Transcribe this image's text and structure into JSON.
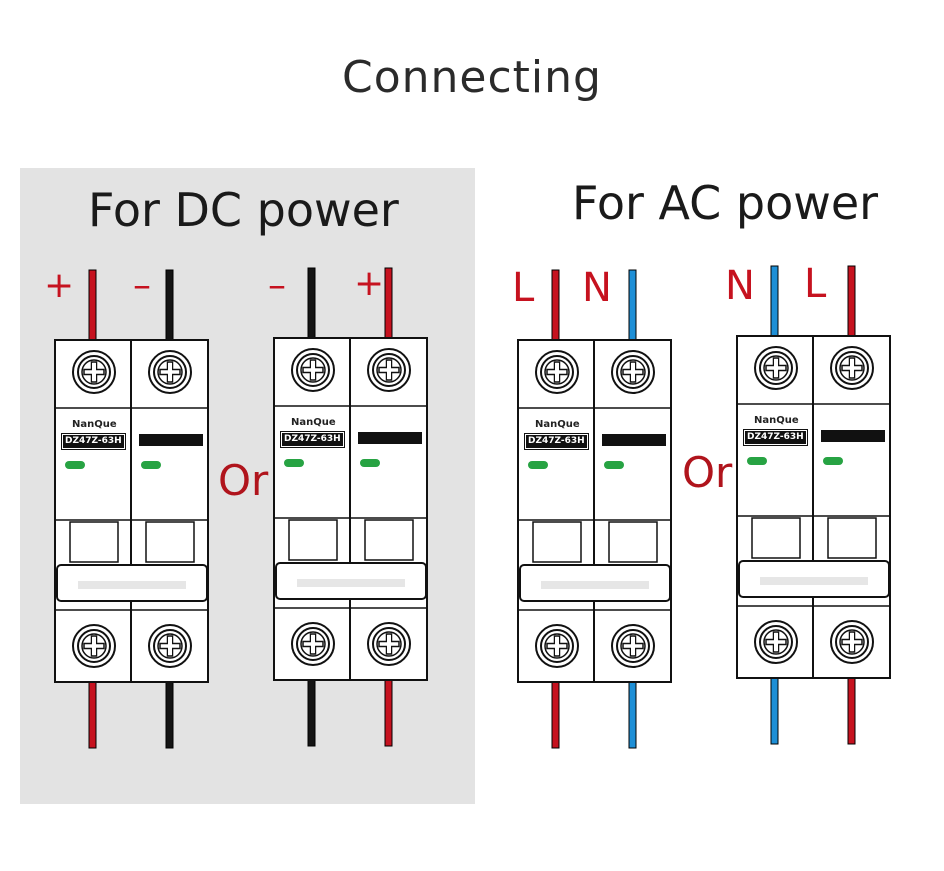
{
  "title": "Connecting",
  "dc": {
    "title": "For DC power",
    "left_labels": [
      "+",
      "–"
    ],
    "right_labels": [
      "–",
      "+"
    ]
  },
  "ac": {
    "title": "For AC power",
    "left_labels": [
      "L",
      "N"
    ],
    "right_labels": [
      "N",
      "L"
    ]
  },
  "or_label": "Or",
  "breaker": {
    "brand": "NanQue",
    "model": "DZ47Z-63H"
  },
  "colors": {
    "red_wire": "#c6121f",
    "black_wire": "#141414",
    "blue_wire": "#1e8fd6",
    "indicator_green": "#27a343",
    "dc_panel": "#e3e3e3"
  }
}
